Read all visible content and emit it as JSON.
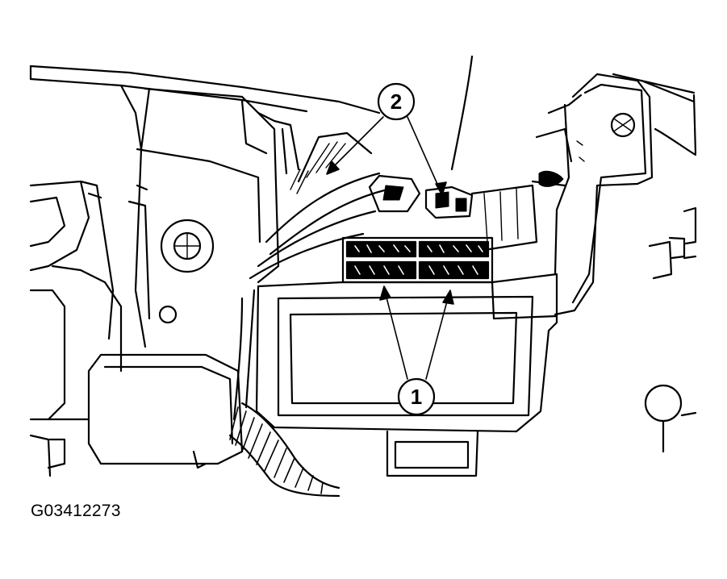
{
  "figure": {
    "id_label": "G03412273"
  },
  "callouts": [
    {
      "number": "1"
    },
    {
      "number": "2"
    }
  ],
  "colors": {
    "ink": "#000000",
    "paper": "#ffffff"
  }
}
